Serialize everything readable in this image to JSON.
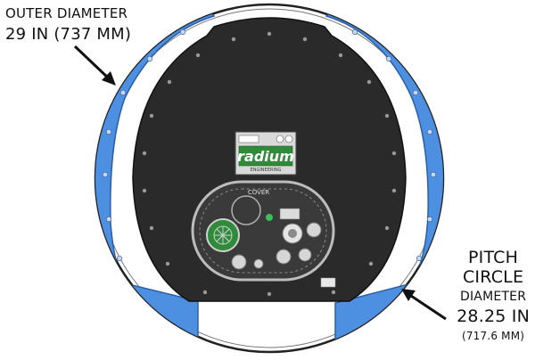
{
  "outer_label": {
    "line1": "OUTER DIAMETER",
    "line2": "29 IN (737 MM)"
  },
  "pitch_label": {
    "line1": "PITCH",
    "line2": "CIRCLE",
    "line3": "DIAMETER",
    "line4": "28.25 IN",
    "line5": "(717.6 MM)"
  },
  "plate": {
    "brand": "radium",
    "brand_sub": "ENGINEERING",
    "cover_text": "COVER"
  },
  "colors": {
    "flange_blue": "#4d8fe0",
    "flange_edge": "#2a5fa8",
    "plate": "#2a2a2a",
    "outline": "#222222",
    "accent_green": "#2f8a3a"
  }
}
